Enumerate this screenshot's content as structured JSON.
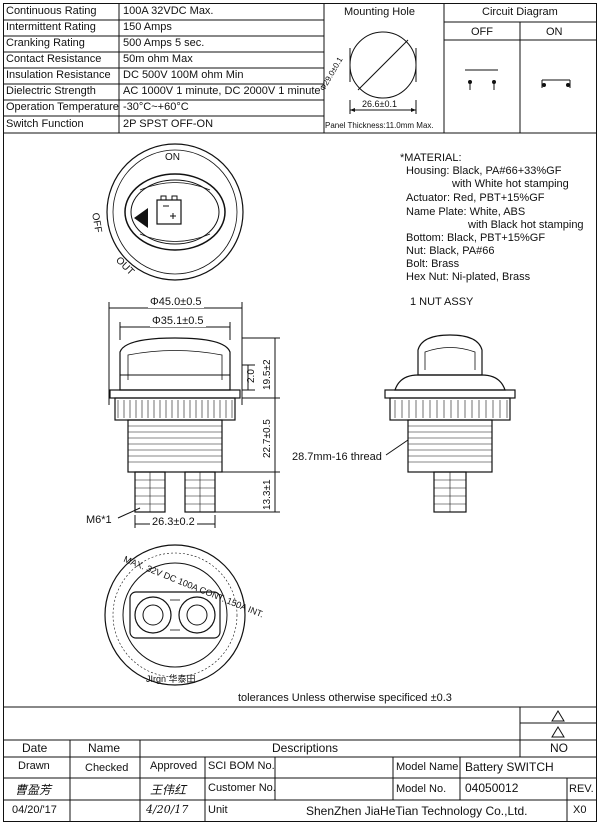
{
  "specs": [
    {
      "label": "Continuous Rating",
      "value": "100A 32VDC Max."
    },
    {
      "label": "Intermittent Rating",
      "value": "150 Amps"
    },
    {
      "label": "Cranking Rating",
      "value": "500 Amps  5 sec."
    },
    {
      "label": "Contact Resistance",
      "value": "50m ohm Max"
    },
    {
      "label": "Insulation Resistance",
      "value": "DC 500V 100M ohm Min"
    },
    {
      "label": "Dielectric Strength",
      "value": "AC 1000V 1 minute, DC 2000V 1 minute"
    },
    {
      "label": "Operation Temperature",
      "value": "-30°C~+60°C"
    },
    {
      "label": "Switch Function",
      "value": "2P SPST OFF-ON"
    }
  ],
  "mounting": {
    "title": "Mounting Hole",
    "dia": "Φ29.0±0.1",
    "width": "26.6±0.1",
    "panel": "Panel Thickness:11.0mm Max."
  },
  "circuit": {
    "title": "Circuit Diagram",
    "off": "OFF",
    "on": "ON"
  },
  "top_view": {
    "on": "ON",
    "off": "OFF",
    "out": "OUT"
  },
  "material": {
    "heading": "*MATERIAL:",
    "lines": [
      "Housing: Black, PA#66+33%GF",
      "with White hot stamping",
      "Actuator: Red, PBT+15%GF",
      "Name Plate: White, ABS",
      "with Black hot stamping",
      "Bottom: Black, PBT+15%GF",
      "Nut: Black, PA#66",
      "Bolt: Brass",
      "Hex Nut: Ni-plated, Brass"
    ],
    "assy": "1 NUT ASSY"
  },
  "dims": {
    "d450": "Φ45.0±0.5",
    "d351": "Φ35.1±0.5",
    "h20": "2.0",
    "h195": "19.5±2",
    "h227": "22.7±0.5",
    "h133": "13.3±1",
    "w263": "26.3±0.2",
    "m6": "M6*1",
    "thread": "28.7mm-16 thread"
  },
  "bottom_view": {
    "rating": "MAX. 32V DC 100A CONT. 150A INT.",
    "brand": "JIrgn 华泰田"
  },
  "tolerance": "tolerances Unless otherwise specificed ±0.3",
  "titleblock": {
    "date": "Date",
    "name": "Name",
    "descriptions": "Descriptions",
    "no": "NO",
    "drawn": "Drawn",
    "checked": "Checked",
    "approved": "Approved",
    "sci_bom": "SCI BOM No.",
    "customer_no": "Customer No.",
    "unit": "Unit",
    "model_name_label": "Model Name",
    "model_name": "Battery SWITCH",
    "model_no_label": "Model No.",
    "model_no": "04050012",
    "rev_label": "REV.",
    "rev": "X0",
    "drawer": "曹盈芳",
    "approver_sig": "王伟红",
    "drawn_date": "04/20/'17",
    "approved_date": "4/20/17",
    "company": "ShenZhen JiaHeTian Technology Co.,Ltd."
  }
}
